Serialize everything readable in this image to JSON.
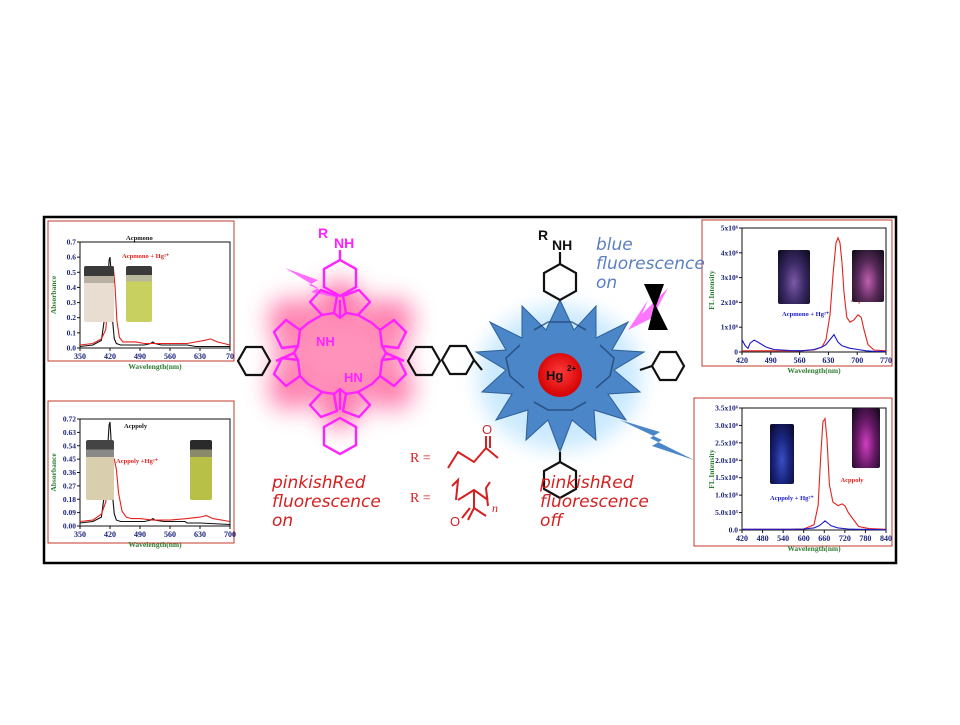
{
  "colors": {
    "frame": "#000000",
    "chart_border": "#c0392b",
    "red_curve": "#e3221f",
    "black_curve": "#111111",
    "blue_curve": "#1a1acc",
    "axis_title": "#2e7d32",
    "tick_label": "#1a237e",
    "porphyrin_magenta": "#ff1fff",
    "glow_pink": "#ff6fae",
    "star_blue": "#4a86c8",
    "mercury_red": "#e01010",
    "handwritten_red": "#d42020",
    "handwritten_blue": "#5b7fc0",
    "lightning_pink": "#ff66ff"
  },
  "chart_data": [
    {
      "type": "line",
      "id": "abs_mono",
      "title": "",
      "xlabel": "Wavelength(nm)",
      "ylabel": "Absorbance",
      "xlim": [
        350,
        700
      ],
      "ylim": [
        0,
        0.7
      ],
      "xticks": [
        "350",
        "420",
        "490",
        "560",
        "630",
        "70"
      ],
      "yticks": [
        "0.0",
        "0.1",
        "0.2",
        "0.3",
        "0.4",
        "0.5",
        "0.6",
        "0.7"
      ],
      "series": [
        {
          "name": "Acpmono",
          "color": "black",
          "x": [
            350,
            380,
            400,
            410,
            415,
            418,
            420,
            423,
            426,
            430,
            435,
            445,
            460,
            500,
            515,
            520,
            525,
            540,
            560,
            590,
            595,
            600,
            620,
            650,
            700
          ],
          "y": [
            0.01,
            0.02,
            0.05,
            0.25,
            0.45,
            0.58,
            0.6,
            0.48,
            0.18,
            0.06,
            0.03,
            0.02,
            0.02,
            0.02,
            0.03,
            0.04,
            0.03,
            0.02,
            0.02,
            0.02,
            0.02,
            0.02,
            0.01,
            0.01,
            0.01
          ]
        },
        {
          "name": "Acpmono + Hg²⁺",
          "color": "red",
          "x": [
            350,
            380,
            400,
            410,
            420,
            425,
            428,
            432,
            436,
            442,
            450,
            460,
            480,
            500,
            560,
            600,
            640,
            655,
            670,
            700
          ],
          "y": [
            0.02,
            0.03,
            0.06,
            0.12,
            0.4,
            0.52,
            0.53,
            0.4,
            0.18,
            0.07,
            0.04,
            0.04,
            0.04,
            0.03,
            0.03,
            0.03,
            0.05,
            0.06,
            0.04,
            0.02
          ]
        }
      ]
    },
    {
      "type": "line",
      "id": "abs_poly",
      "title": "",
      "xlabel": "Wavelength(nm)",
      "ylabel": "Absorbance",
      "xlim": [
        350,
        700
      ],
      "ylim": [
        0,
        0.72
      ],
      "xticks": [
        "350",
        "420",
        "490",
        "560",
        "630",
        "700"
      ],
      "yticks": [
        "0.00",
        "0.09",
        "0.18",
        "0.27",
        "0.36",
        "0.45",
        "0.54",
        "0.63",
        "0.72"
      ],
      "series": [
        {
          "name": "Acppoly",
          "color": "black",
          "x": [
            350,
            380,
            400,
            410,
            415,
            418,
            420,
            423,
            426,
            430,
            435,
            445,
            460,
            500,
            515,
            520,
            525,
            545,
            560,
            590,
            595,
            600,
            630,
            700
          ],
          "y": [
            0.02,
            0.03,
            0.06,
            0.28,
            0.55,
            0.68,
            0.7,
            0.55,
            0.2,
            0.08,
            0.04,
            0.03,
            0.03,
            0.03,
            0.04,
            0.05,
            0.04,
            0.03,
            0.03,
            0.03,
            0.03,
            0.02,
            0.02,
            0.01
          ]
        },
        {
          "name": "Acppoly +Hg²⁺",
          "color": "red",
          "x": [
            350,
            380,
            400,
            410,
            420,
            425,
            430,
            435,
            440,
            448,
            458,
            470,
            490,
            520,
            560,
            600,
            630,
            645,
            660,
            700
          ],
          "y": [
            0.03,
            0.04,
            0.08,
            0.16,
            0.36,
            0.44,
            0.45,
            0.38,
            0.22,
            0.1,
            0.06,
            0.05,
            0.05,
            0.04,
            0.04,
            0.05,
            0.06,
            0.07,
            0.05,
            0.03
          ]
        }
      ]
    },
    {
      "type": "line",
      "id": "fl_mono",
      "title": "",
      "xlabel": "Wavelength(nm)",
      "ylabel": "FL Intensity",
      "xlim": [
        410,
        770
      ],
      "ylim": [
        0,
        5000000
      ],
      "xticks": [
        "420",
        "490",
        "560",
        "630",
        "700",
        "770"
      ],
      "yticks": [
        "0",
        "1x10⁶",
        "2x10⁶",
        "3x10⁶",
        "4x10⁶",
        "5x10⁶"
      ],
      "series": [
        {
          "name": "Acpmono",
          "color": "red",
          "x": [
            410,
            450,
            500,
            550,
            590,
            610,
            620,
            630,
            638,
            645,
            650,
            655,
            660,
            665,
            672,
            680,
            690,
            700,
            708,
            715,
            725,
            740,
            770
          ],
          "y": [
            50000,
            50000,
            50000,
            50000,
            80000,
            200000,
            500000,
            1500000,
            3200000,
            4400000,
            4600000,
            4400000,
            3600000,
            2400000,
            1400000,
            1200000,
            1300000,
            1500000,
            1400000,
            900000,
            300000,
            80000,
            50000
          ]
        },
        {
          "name": "Acpmono + Hg²⁺",
          "color": "blue",
          "x": [
            410,
            418,
            425,
            430,
            440,
            450,
            460,
            470,
            480,
            490,
            510,
            530,
            560,
            590,
            610,
            620,
            630,
            640,
            650,
            660,
            680,
            700,
            720,
            740,
            770
          ],
          "y": [
            500000,
            250000,
            150000,
            350000,
            480000,
            400000,
            300000,
            200000,
            150000,
            100000,
            80000,
            60000,
            50000,
            100000,
            200000,
            300000,
            500000,
            700000,
            400000,
            250000,
            150000,
            100000,
            50000,
            30000,
            20000
          ]
        }
      ]
    },
    {
      "type": "line",
      "id": "fl_poly",
      "title": "",
      "xlabel": "Wavelength(nm)",
      "ylabel": "FL Intensity",
      "xlim": [
        420,
        840
      ],
      "ylim": [
        0,
        3500000
      ],
      "xticks": [
        "420",
        "480",
        "540",
        "600",
        "660",
        "720",
        "780",
        "840"
      ],
      "yticks": [
        "0.0",
        "5.0x10⁵",
        "1.0x10⁶",
        "1.5x10⁶",
        "2.0x10⁶",
        "2.5x10⁶",
        "3.0x10⁶",
        "3.5x10⁶"
      ],
      "series": [
        {
          "name": "Acppoly",
          "color": "red",
          "x": [
            420,
            500,
            560,
            600,
            630,
            642,
            650,
            656,
            662,
            668,
            675,
            685,
            700,
            712,
            720,
            730,
            745,
            760,
            790,
            840
          ],
          "y": [
            20000,
            20000,
            20000,
            30000,
            150000,
            700000,
            2200000,
            3100000,
            3200000,
            2600000,
            1300000,
            800000,
            700000,
            750000,
            700000,
            500000,
            300000,
            100000,
            40000,
            20000
          ]
        },
        {
          "name": "Acppoly + Hg²⁺",
          "color": "blue",
          "x": [
            420,
            500,
            560,
            600,
            630,
            645,
            655,
            662,
            670,
            680,
            700,
            730,
            760,
            840
          ],
          "y": [
            20000,
            20000,
            20000,
            30000,
            60000,
            120000,
            200000,
            260000,
            200000,
            120000,
            60000,
            30000,
            20000,
            10000
          ]
        }
      ]
    }
  ],
  "scheme": {
    "r_label_left": "R",
    "nh_left": "NH",
    "core_nh": "NH",
    "core_hn": "HN",
    "left_caption": [
      "pinkishRed",
      "fluorescence",
      "on"
    ],
    "r_label_right": "R",
    "nh_right": "NH",
    "hg_ion": "Hg",
    "hg_charge": "2+",
    "blue_caption": [
      "blue",
      "fluorescence",
      "on"
    ],
    "right_caption": [
      "pinkishRed",
      "fluorescence",
      "off"
    ],
    "r_def_1": "R =",
    "r_def_2": "R =",
    "acryl_o": "O",
    "poly_o": "O",
    "poly_n": "n"
  }
}
